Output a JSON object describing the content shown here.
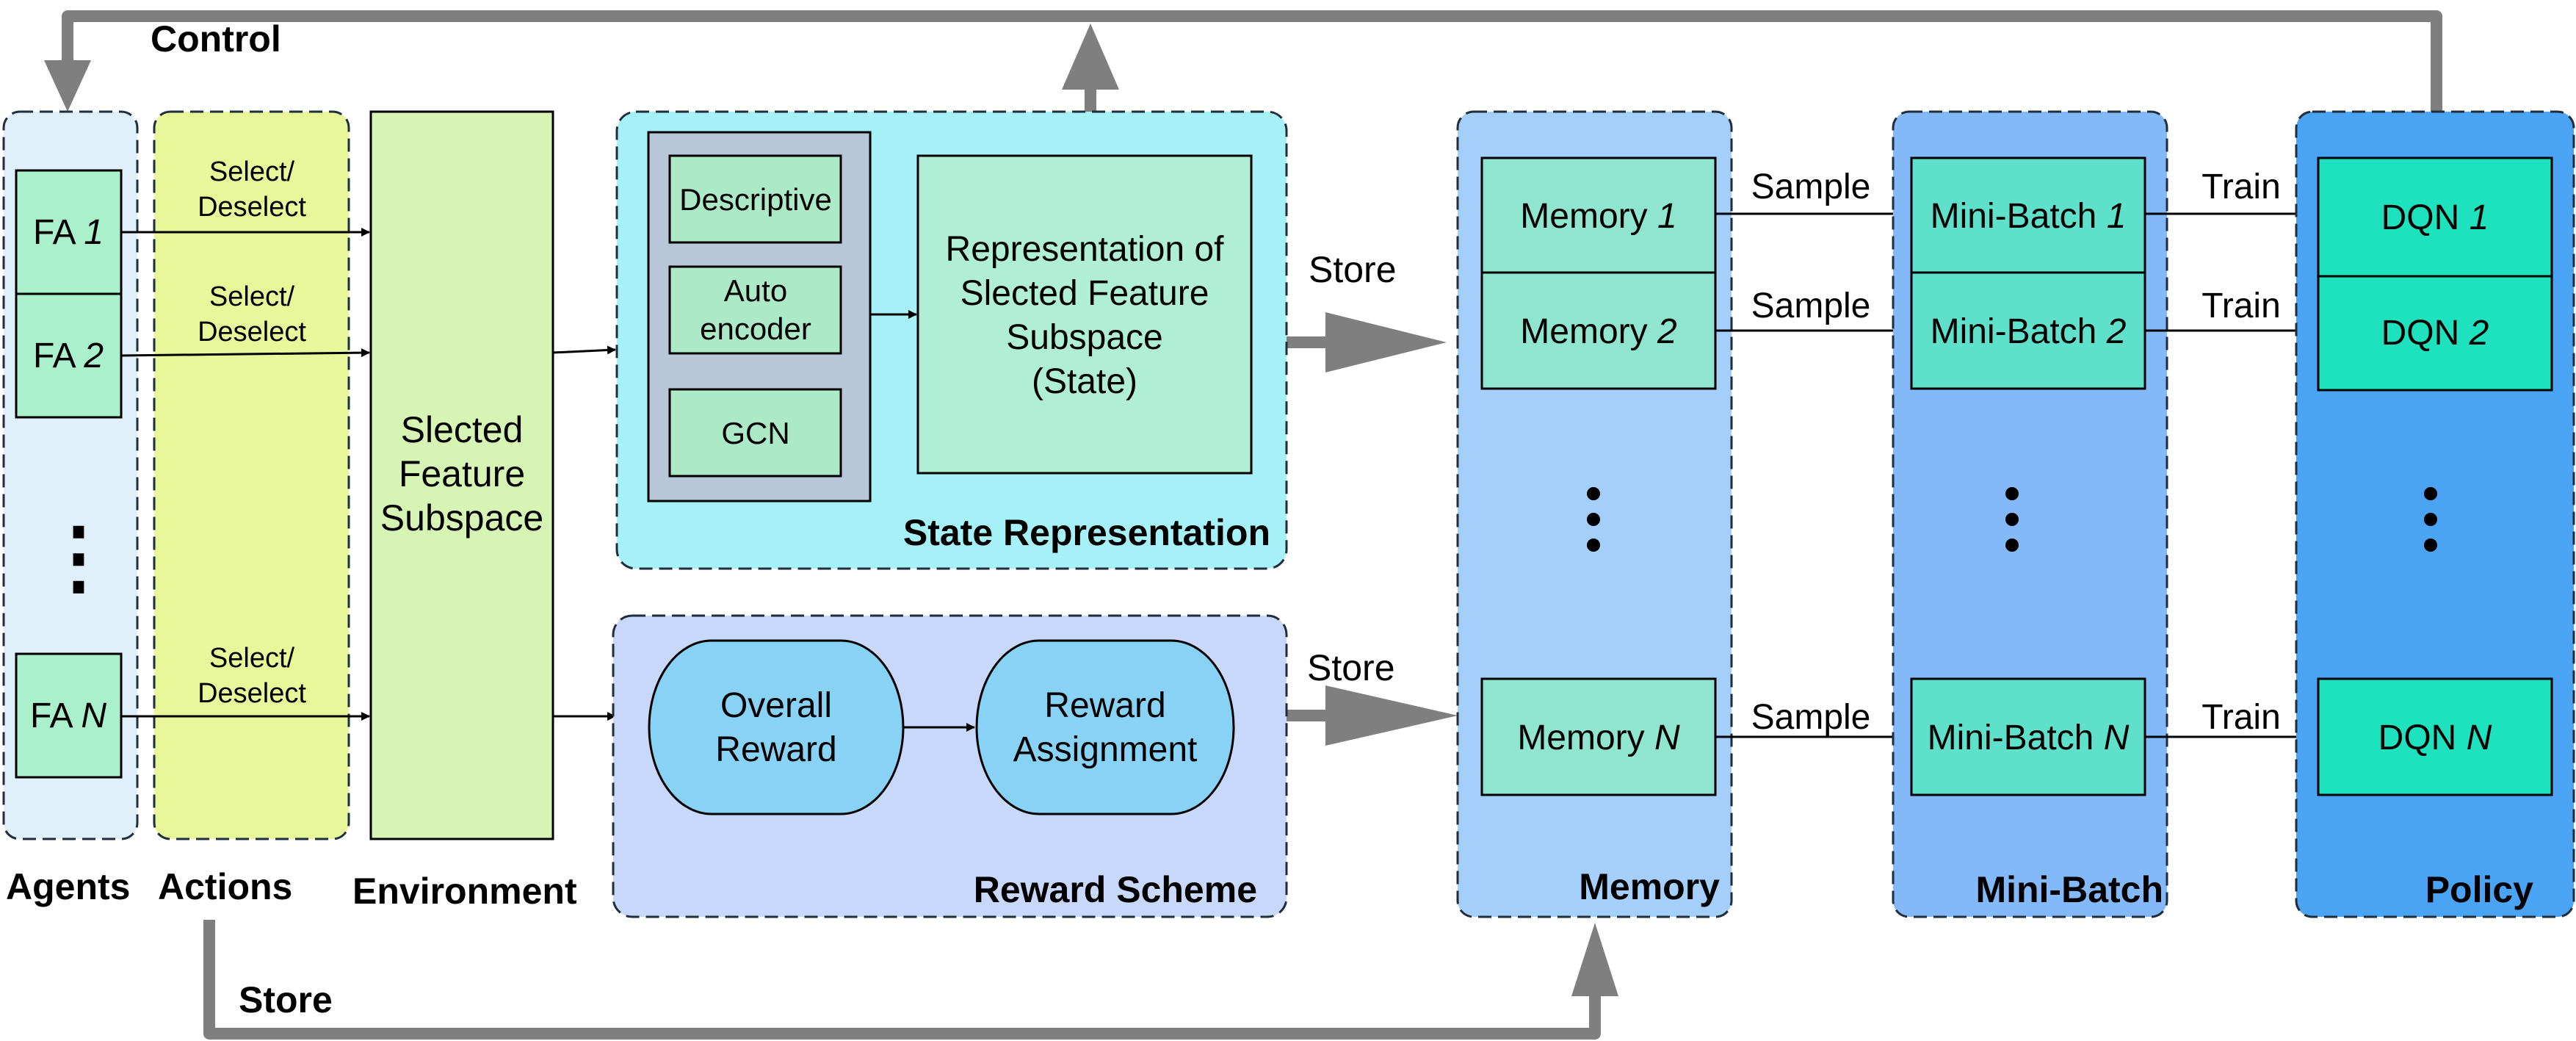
{
  "labels": {
    "control": "Control",
    "store_bottom": "Store",
    "store_state": "Store",
    "store_reward": "Store",
    "select_1_line1": "Select/",
    "select_1_line2": "Deselect",
    "select_2_line1": "Select/",
    "select_2_line2": "Deselect",
    "select_n_line1": "Select/",
    "select_n_line2": "Deselect",
    "sample_1": "Sample",
    "sample_2": "Sample",
    "sample_n": "Sample",
    "train_1": "Train",
    "train_2": "Train",
    "train_n": "Train"
  },
  "agents": {
    "title": "Agents",
    "fa1_prefix": "FA ",
    "fa1_index": "1",
    "fa2_prefix": "FA ",
    "fa2_index": "2",
    "fan_prefix": "FA ",
    "fan_index": "N",
    "ellipsis": "⋮"
  },
  "actions": {
    "title": "Actions"
  },
  "environment": {
    "title": "Environment",
    "line1": "Slected",
    "line2": "Feature",
    "line3": "Subspace"
  },
  "state": {
    "title": "State Representation",
    "method1": "Descriptive",
    "method2_line1": "Auto",
    "method2_line2": "encoder",
    "method3": "GCN",
    "rep_line1": "Representation of",
    "rep_line2": "Slected Feature",
    "rep_line3": "Subspace",
    "rep_line4": "(State)"
  },
  "reward": {
    "title": "Reward Scheme",
    "overall_line1": "Overall",
    "overall_line2": "Reward",
    "assign_line1": "Reward",
    "assign_line2": "Assignment"
  },
  "memory": {
    "title": "Memory",
    "m1_prefix": "Memory ",
    "m1_index": "1",
    "m2_prefix": "Memory ",
    "m2_index": "2",
    "mn_prefix": "Memory ",
    "mn_index": "N"
  },
  "minibatch": {
    "title": "Mini-Batch",
    "b1_prefix": "Mini-Batch ",
    "b1_index": "1",
    "b2_prefix": "Mini-Batch ",
    "b2_index": "2",
    "bn_prefix": "Mini-Batch ",
    "bn_index": "N"
  },
  "policy": {
    "title": "Policy",
    "d1_prefix": "DQN ",
    "d1_index": "1",
    "d2_prefix": "DQN ",
    "d2_index": "2",
    "dn_prefix": "DQN ",
    "dn_index": "N"
  },
  "colors": {
    "agents_panel": "#dff0fb",
    "actions_panel": "#e7f79a",
    "environment": "#d6f5b4",
    "state_panel": "#a6f0f8",
    "state_methods_panel": "#b8c6da",
    "method_box": "#ace9c6",
    "rep_box": "#b0efd6",
    "reward_panel": "#c7d8fb",
    "reward_pill": "#87d2f5",
    "memory_panel": "#a5cffb",
    "memory_cell": "#8fe5cd",
    "minibatch_panel": "#84b9f9",
    "minibatch_cell": "#5ee0cb",
    "policy_panel": "#4aa3f3",
    "policy_cell": "#1ee2be",
    "thick_arrow": "#7f7f7f",
    "agent_cell": "#aaf0cd"
  }
}
